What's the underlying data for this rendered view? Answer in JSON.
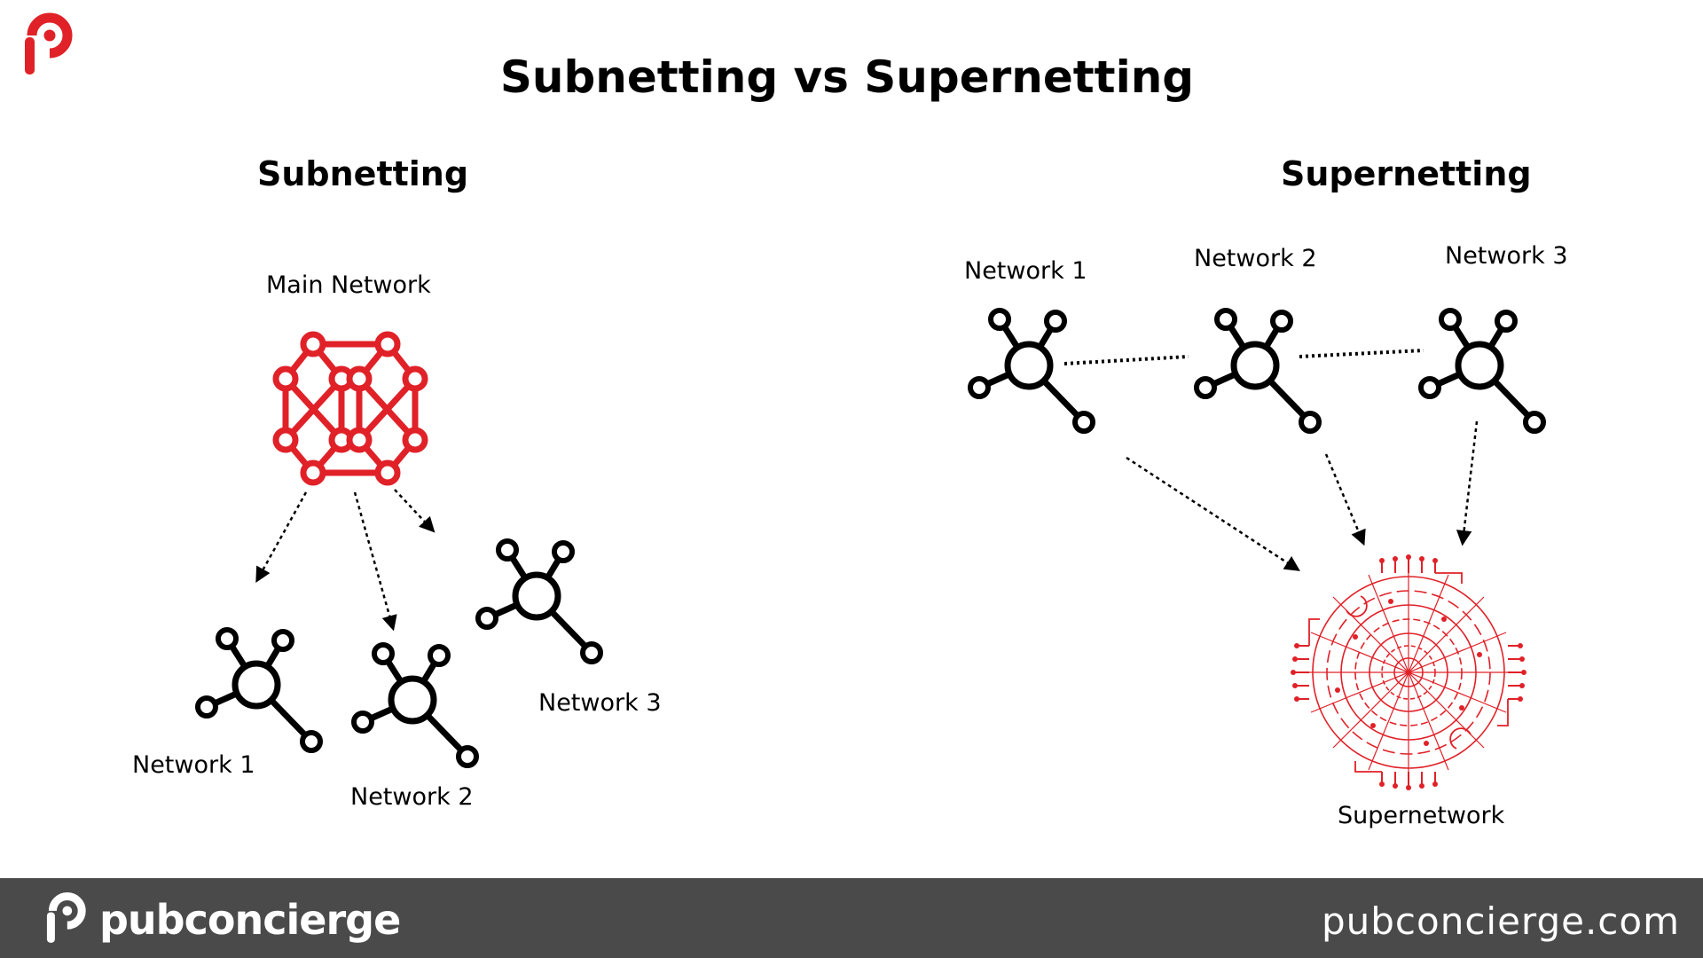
{
  "colors": {
    "accent": "#e02128",
    "ink": "#000000",
    "footer_bg": "#4a4a4a",
    "footer_text": "#ffffff"
  },
  "title": "Subnetting vs Supernetting",
  "subnetting": {
    "heading": "Subnetting",
    "main_label": "Main Network",
    "network_labels": [
      "Network 1",
      "Network 2",
      "Network 3"
    ]
  },
  "supernetting": {
    "heading": "Supernetting",
    "network_labels": [
      "Network 1",
      "Network 2",
      "Network 3"
    ],
    "result_label": "Supernetwork"
  },
  "icons": {
    "logo": "pubconcierge-logo-icon",
    "network": "network-hub-icon",
    "main_network": "mesh-network-icon",
    "supernetwork": "circuit-circle-icon"
  },
  "footer": {
    "brand": "pubconcierge",
    "url": "pubconcierge.com"
  }
}
